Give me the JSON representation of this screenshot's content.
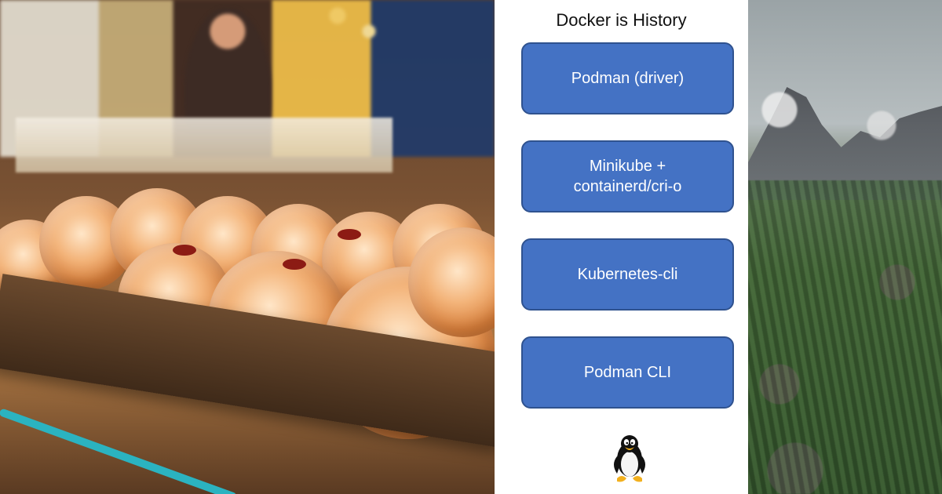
{
  "diagram": {
    "title": "Docker is History",
    "items": [
      {
        "label": "Podman (driver)"
      },
      {
        "label": "Minikube +\ncontainerd/cri-o"
      },
      {
        "label": "Kubernetes-cli"
      },
      {
        "label": "Podman CLI"
      }
    ],
    "icon": "linux-tux-penguin-icon",
    "colors": {
      "box_fill": "#4472c4",
      "box_border": "#2f528f",
      "box_text": "#ffffff",
      "title_text": "#111111"
    }
  }
}
